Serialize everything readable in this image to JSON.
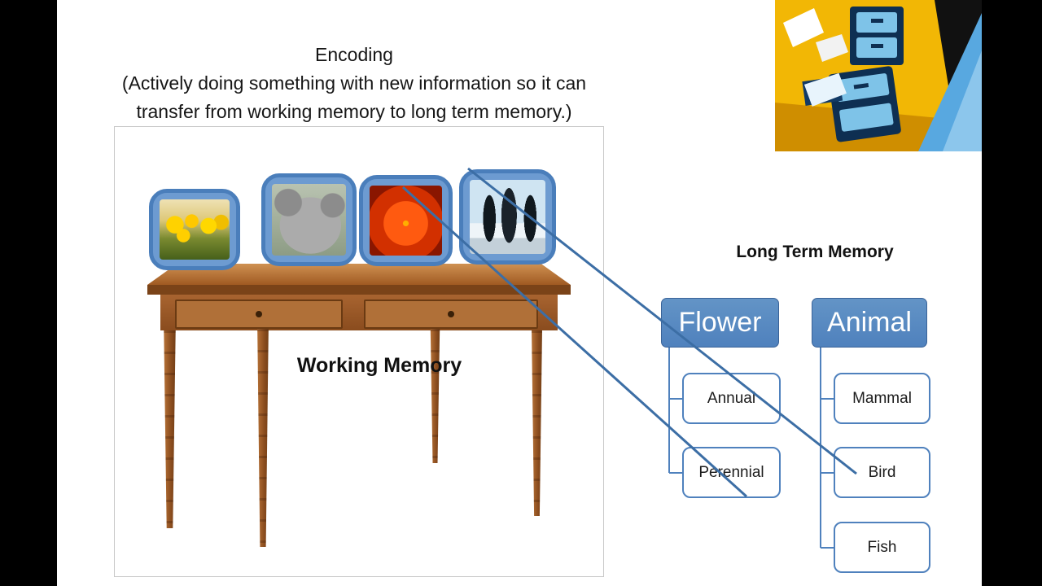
{
  "slide": {
    "title": {
      "line1": "Encoding",
      "line2": "(Actively doing something with new information so it can",
      "line3": "transfer from working memory to long term memory.)"
    },
    "working_memory": {
      "label": "Working Memory"
    },
    "long_term_memory": {
      "label": "Long Term Memory"
    },
    "photos": [
      {
        "name": "tulips-photo"
      },
      {
        "name": "koala-photo"
      },
      {
        "name": "red-flower-photo"
      },
      {
        "name": "penguins-photo"
      }
    ],
    "tree": {
      "flower": {
        "label": "Flower",
        "children": [
          {
            "label": "Annual"
          },
          {
            "label": "Perennial"
          }
        ]
      },
      "animal": {
        "label": "Animal",
        "children": [
          {
            "label": "Mammal"
          },
          {
            "label": "Bird"
          },
          {
            "label": "Fish"
          }
        ]
      }
    },
    "colors": {
      "category_fill": "#4f81bd",
      "leaf_border": "#4f81bd",
      "tile_border": "#4a7ebb",
      "encoding_line": "#3c6ea5"
    },
    "icons": {
      "top_right": "filing-cabinet-icon"
    }
  }
}
